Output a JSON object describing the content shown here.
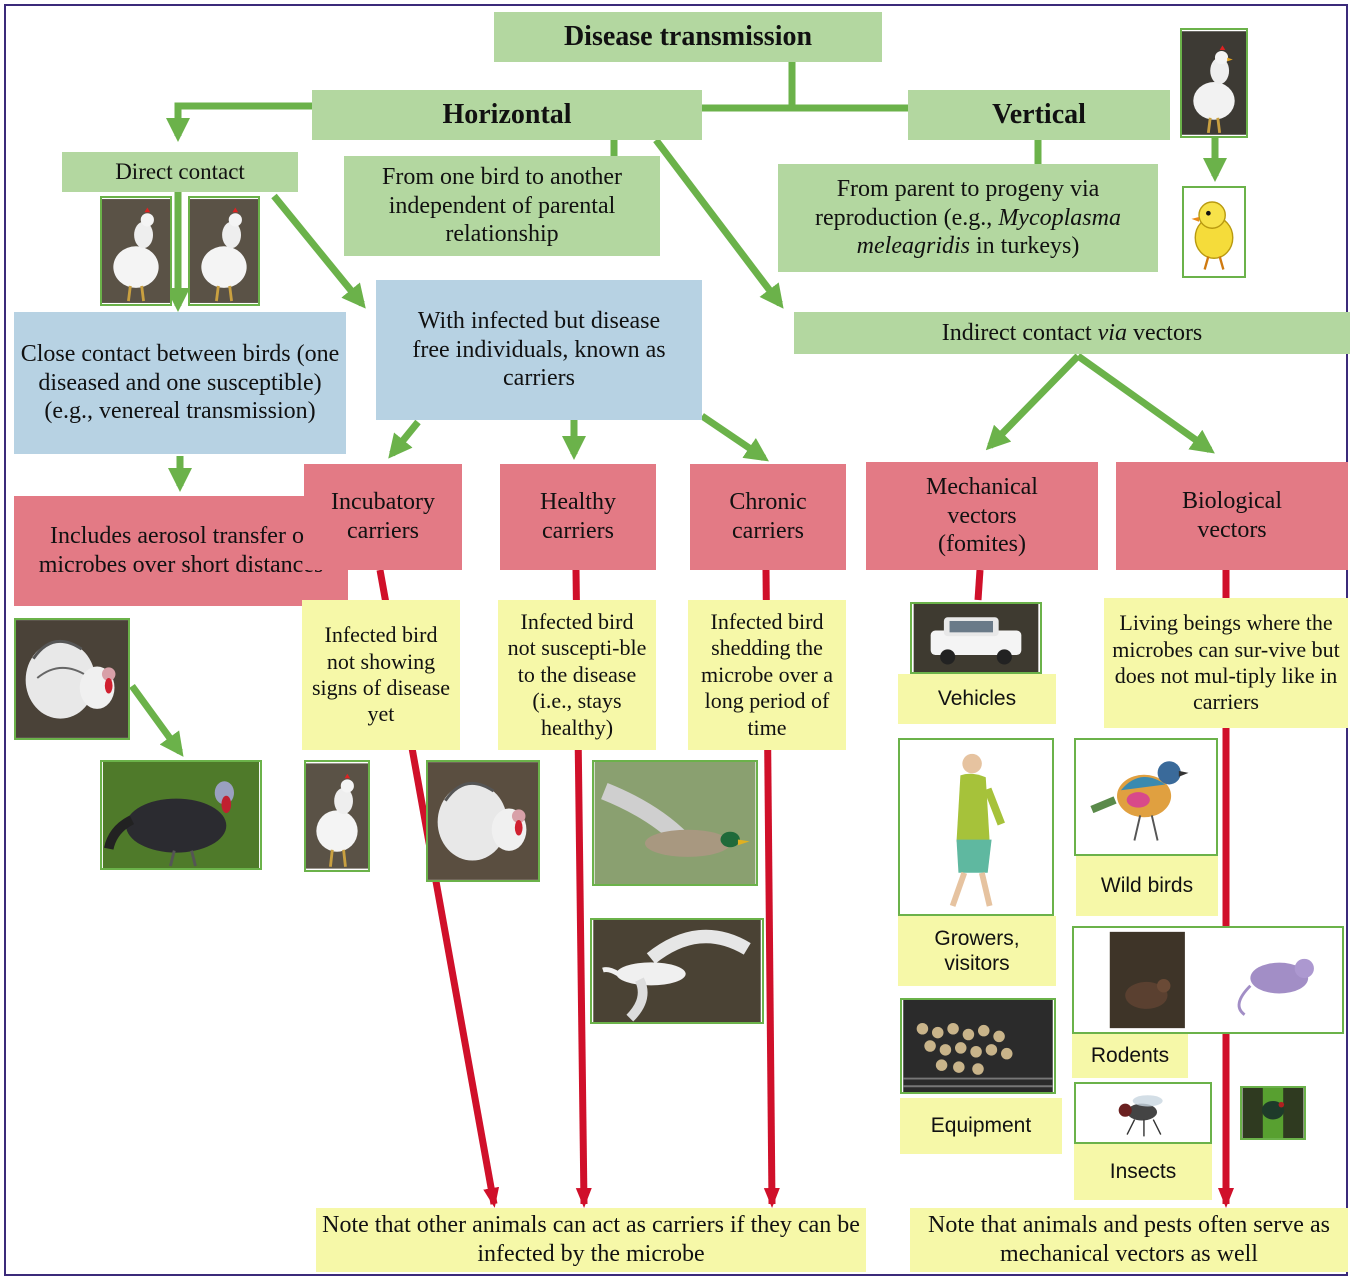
{
  "title": "Disease transmission",
  "horizontal": {
    "label": "Horizontal",
    "description": "From one bird to another independent of parental relationship"
  },
  "vertical": {
    "label": "Vertical",
    "description_pre": "From parent to progeny via reproduction (e.g., ",
    "description_italic": "Mycoplasma meleagridis",
    "description_post": " in turkeys)"
  },
  "direct_contact": {
    "label": "Direct contact",
    "close_contact": "Close contact between birds (one diseased and one susceptible) (e.g., venereal transmission)",
    "aerosol": "Includes aerosol transfer of microbes over short distances"
  },
  "carriers": {
    "label": "With infected but disease free individuals, known as carriers",
    "incubatory": {
      "label": "Incubatory carriers",
      "description": "Infected bird not showing signs of disease yet"
    },
    "healthy": {
      "label": "Healthy carriers",
      "description": "Infected bird not suscepti-ble to the disease (i.e., stays healthy)"
    },
    "chronic": {
      "label": "Chronic carriers",
      "description": "Infected bird shedding the microbe over a long period of time"
    },
    "note": "Note that other animals can act as carriers if they can be infected by the microbe"
  },
  "indirect": {
    "label_pre": "Indirect contact ",
    "label_italic": "via",
    "label_post": " vectors",
    "mechanical": {
      "label": "Mechanical vectors (fomites)",
      "items": [
        "Vehicles",
        "Growers, visitors",
        "Equipment"
      ]
    },
    "biological": {
      "label": "Biological vectors",
      "description": "Living beings where the microbes can sur-vive but does not mul-tiply like in carriers",
      "items": [
        "Wild birds",
        "Rodents",
        "Insects"
      ]
    },
    "note": "Note that animals and pests often serve as mechanical vectors as well"
  },
  "colors": {
    "green_box": "#b3d7a0",
    "blue_box": "#b7d2e3",
    "red_box": "#e37a85",
    "yellow_box": "#f6f8a8",
    "green_arrow": "#6bb24a",
    "red_arrow": "#d0102a",
    "frame": "#3b2a7a"
  }
}
